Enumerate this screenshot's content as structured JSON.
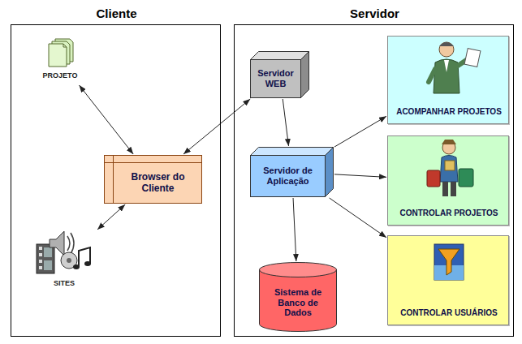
{
  "diagram": {
    "nodes": [
      {
        "text": [
          "Cliente"
        ]
      },
      {
        "text": [
          "PROJETO"
        ],
        "in": 0
      },
      {
        "text": [
          "SITES"
        ],
        "in": 0
      },
      {
        "text": [
          "Browser do Cliente"
        ],
        "in": 0
      },
      {
        "text": [
          "Servidor"
        ]
      },
      {
        "text": [
          "Servidor WEB"
        ],
        "in": 4
      },
      {
        "text": [
          "ACOMPANHAR PROJETOS"
        ],
        "in": 4
      },
      {
        "text": [
          "Servidor de Aplicação"
        ],
        "in": 4
      },
      {
        "text": [
          "CONTROLAR PROJETOS"
        ],
        "in": 4
      },
      {
        "text": [
          "Sistema de Banco de Dados"
        ],
        "in": 4
      },
      {
        "text": [
          "CONTROLAR USUÁRIOS"
        ],
        "in": 4
      }
    ],
    "edges": [
      {
        "from": 1,
        "to": 3,
        "arrow": "both"
      },
      {
        "from": 2,
        "to": 3,
        "arrow": "both"
      },
      {
        "from": 3,
        "to": 5,
        "arrow": "both"
      },
      {
        "from": 5,
        "to": 7,
        "arrow": "to"
      },
      {
        "from": 7,
        "to": 9,
        "arrow": "to"
      },
      {
        "from": 7,
        "to": 6,
        "arrow": "to"
      },
      {
        "from": 7,
        "to": 8,
        "arrow": "to"
      },
      {
        "from": 7,
        "to": 10,
        "arrow": "to"
      }
    ]
  }
}
